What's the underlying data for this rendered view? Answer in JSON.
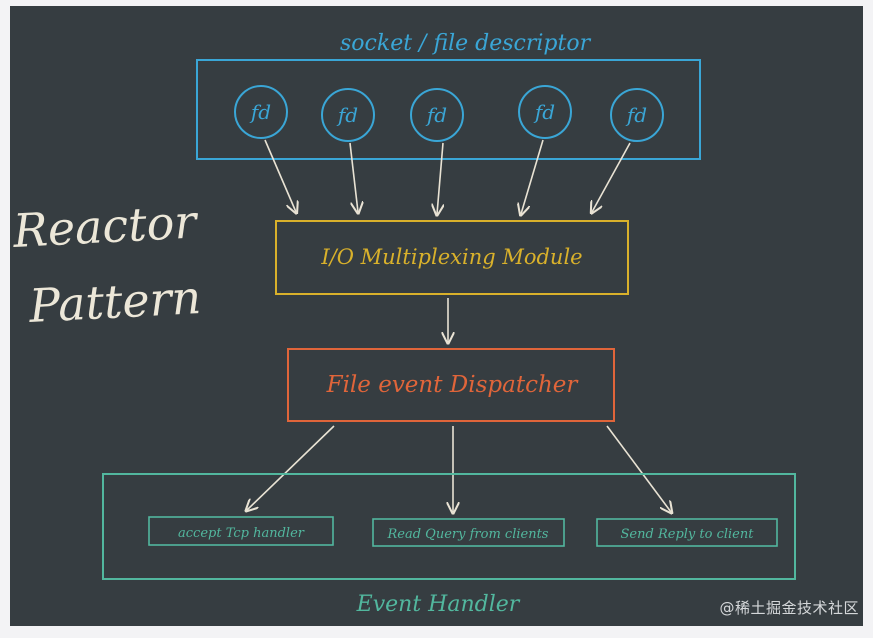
{
  "diagram": {
    "side_title": [
      "Reactor",
      "Pattern"
    ],
    "top_label": "socket / file descriptor",
    "fds": [
      "fd",
      "fd",
      "fd",
      "fd",
      "fd"
    ],
    "multiplexer": "I/O Multiplexing Module",
    "dispatcher": "File event Dispatcher",
    "handlers": [
      "accept Tcp handler",
      "Read Query from clients",
      "Send Reply to client"
    ],
    "handler_group": "Event Handler"
  },
  "colors": {
    "background": "#363d41",
    "socket_box": "#3aa6d6",
    "multiplexer_box": "#d9b12b",
    "dispatcher_box": "#e0653a",
    "handler_box": "#52b79e",
    "arrow": "#e9e3d4",
    "chalk": "#ece7d8"
  },
  "watermark": "@稀土掘金技术社区"
}
